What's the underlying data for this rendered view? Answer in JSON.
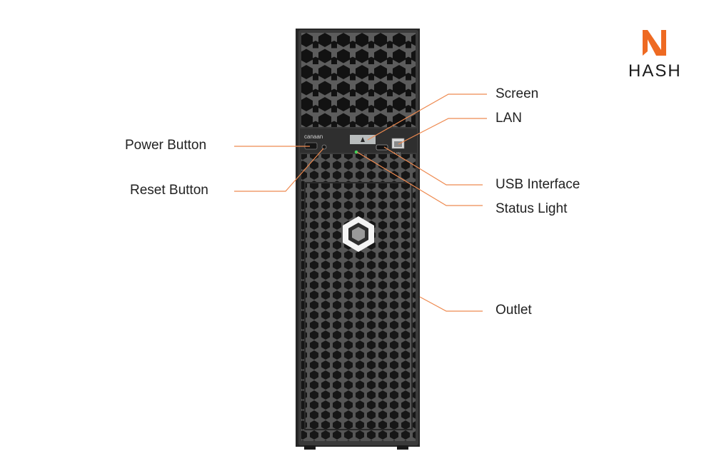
{
  "logo": {
    "text": "HASH",
    "mark_icon": "n-bolt-icon",
    "accent": "#ee6a22"
  },
  "device": {
    "brand": "canaan",
    "port_caption": "LAN",
    "color_body": "#3a3a3a",
    "color_edge": "#262626",
    "status_led": "#43d35a",
    "front_icon": "hexagon-cube-icon"
  },
  "callouts": {
    "power_button": "Power Button",
    "reset_button": "Reset Button",
    "screen": "Screen",
    "lan": "LAN",
    "usb_interface": "USB Interface",
    "status_light": "Status Light",
    "outlet": "Outlet"
  },
  "leader_color": "#ee8a50"
}
